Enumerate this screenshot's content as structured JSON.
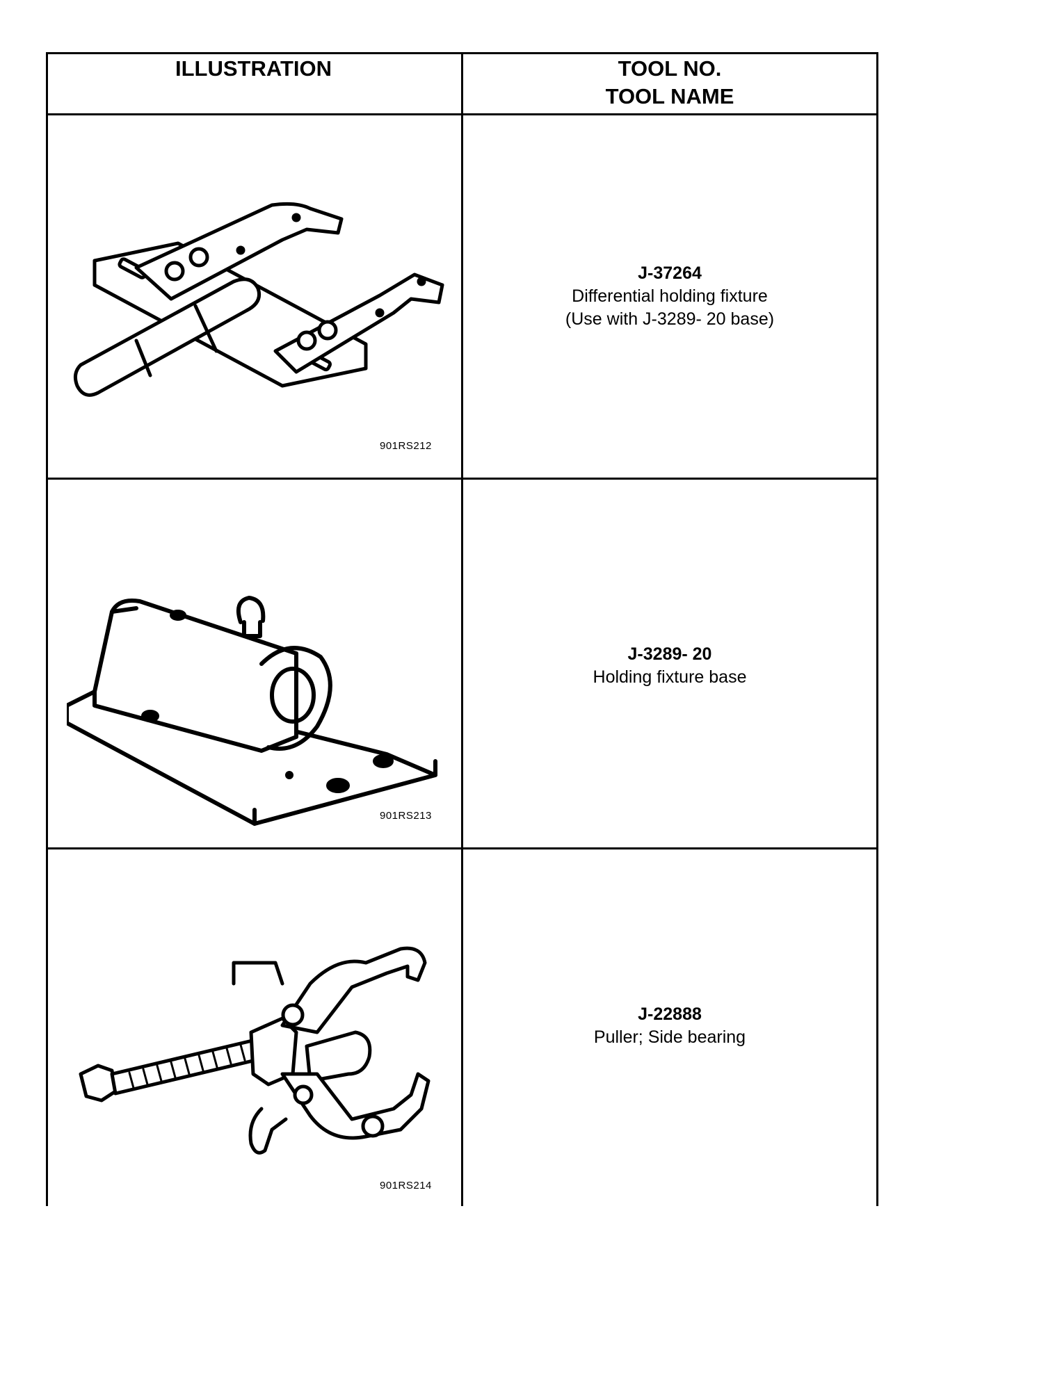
{
  "header": {
    "illustration": "ILLUSTRATION",
    "tool_no": "TOOL NO.",
    "tool_name": "TOOL NAME"
  },
  "rows": [
    {
      "code": "901RS212",
      "tool_no": "J-37264",
      "name": "Differential holding fixture",
      "note": "(Use with J-3289- 20 base)",
      "icon": "differential-holding-fixture-illustration"
    },
    {
      "code": "901RS213",
      "tool_no": "J-3289- 20",
      "name": "Holding fixture base",
      "note": "",
      "icon": "holding-fixture-base-illustration"
    },
    {
      "code": "901RS214",
      "tool_no": "J-22888",
      "name": "Puller; Side bearing",
      "note": "",
      "icon": "side-bearing-puller-illustration"
    }
  ]
}
